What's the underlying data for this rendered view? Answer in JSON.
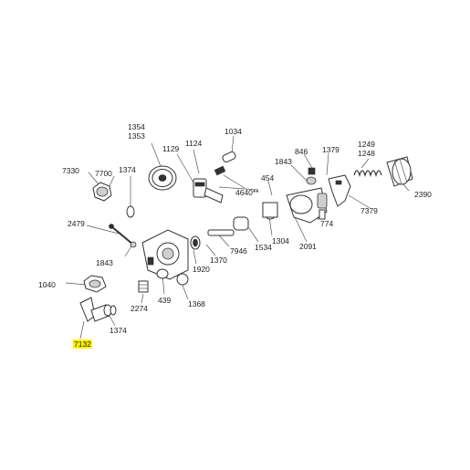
{
  "labels": {
    "p1354": "1354",
    "p1353": "1353",
    "p1034": "1034",
    "p1124": "1124",
    "p1129": "1129",
    "p7330": "7330",
    "p7700": "7700",
    "p1374a": "1374",
    "p4640": "4640**",
    "p846": "846",
    "p1379": "1379",
    "p1249": "1249",
    "p1248": "1248",
    "p1843a": "1843",
    "p454": "454",
    "p2390": "2390",
    "p7379": "7379",
    "p774": "774",
    "p2479": "2479",
    "p2091": "2091",
    "p1304": "1304",
    "p7946": "7946",
    "p1534": "1534",
    "p1370": "1370",
    "p1843b": "1843",
    "p1920": "1920",
    "p1040": "1040",
    "p439": "439",
    "p1368": "1368",
    "p2274": "2274",
    "p1374b": "1374",
    "p7132": "7132"
  },
  "highlight_color": "#fff200"
}
